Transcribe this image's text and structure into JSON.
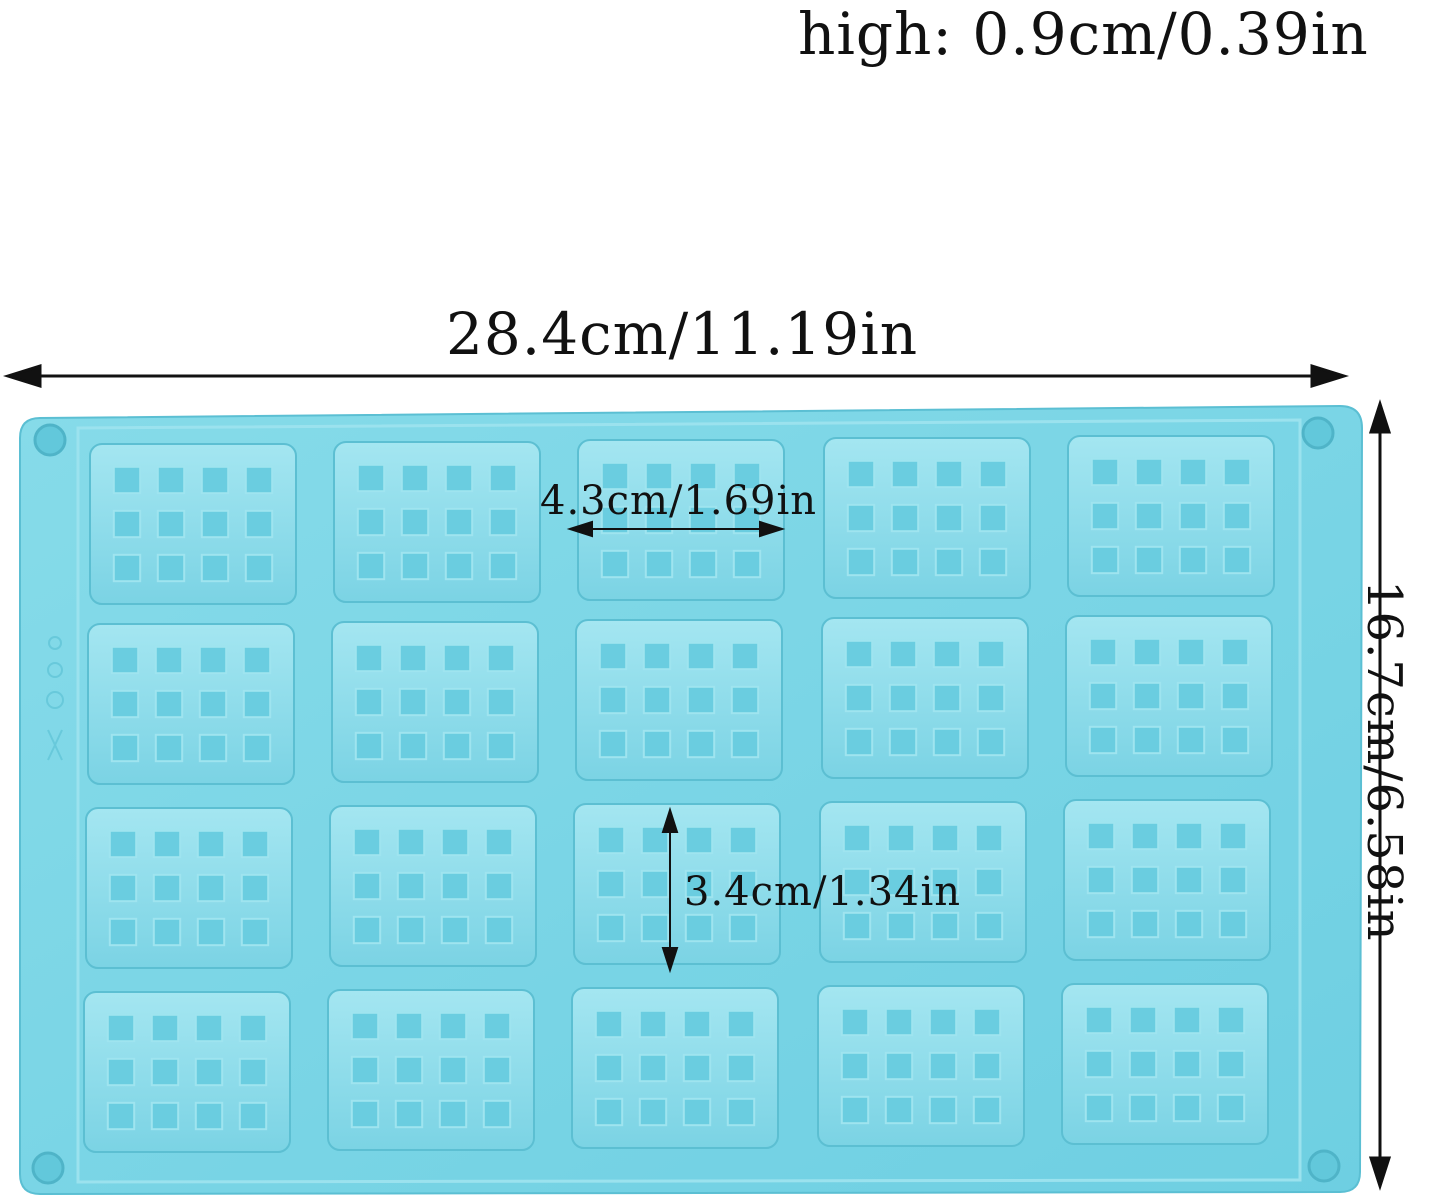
{
  "dimensions": {
    "height_text": "high: 0.9cm/0.39in",
    "width_text": "28.4cm/11.19in",
    "depth_text": "16.7cm/6.58in",
    "cell_width_text": "4.3cm/1.69in",
    "cell_height_text": "3.4cm/1.34in"
  },
  "mold": {
    "color": "#7fd6e6",
    "shade_color": "#5ec3d6",
    "rows": 4,
    "columns": 5,
    "cavity_grid": "4x3 waffle"
  }
}
